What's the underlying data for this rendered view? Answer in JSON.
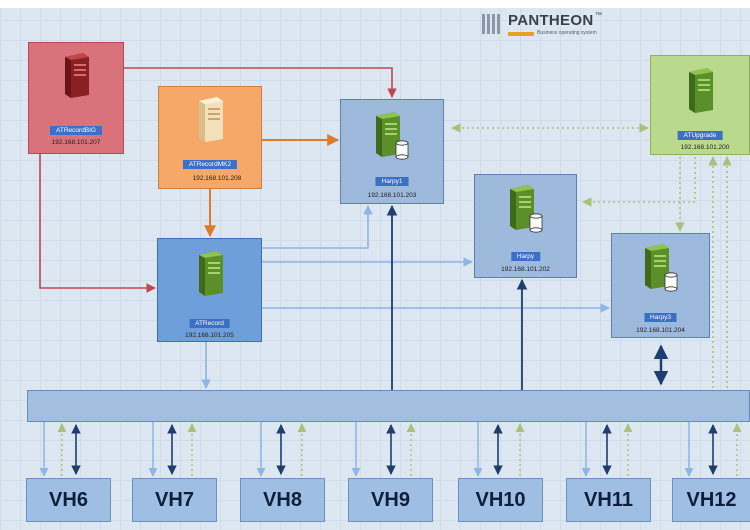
{
  "logo": {
    "name": "PANTHEON",
    "trademark": "™",
    "tagline": "Business operating system"
  },
  "nodes": {
    "atrecordbig": {
      "label": "ATRecordBIG",
      "ip": "192.168.101.207"
    },
    "atrecordmk2": {
      "label": "ATRecordMK2",
      "ip": "192.168.101.208"
    },
    "harpy1": {
      "label": "Harpy1",
      "ip": "192.168.101.203"
    },
    "harpy": {
      "label": "Harpy",
      "ip": "192.168.101.202"
    },
    "harpy3": {
      "label": "Harpy3",
      "ip": "192.168.101.204"
    },
    "atrecord": {
      "label": "ATRecord",
      "ip": "192.168.101.205"
    },
    "atupgrade": {
      "label": "ATUpgrade",
      "ip": "192.168.101.200"
    }
  },
  "hosts": [
    "VH6",
    "VH7",
    "VH8",
    "VH9",
    "VH10",
    "VH11",
    "VH12"
  ],
  "colors": {
    "red": "#c0474e",
    "orange": "#e07a2b",
    "lightblue": "#8fb4e6",
    "darkblue": "#1f3d6e",
    "green": "#a9c27a"
  }
}
